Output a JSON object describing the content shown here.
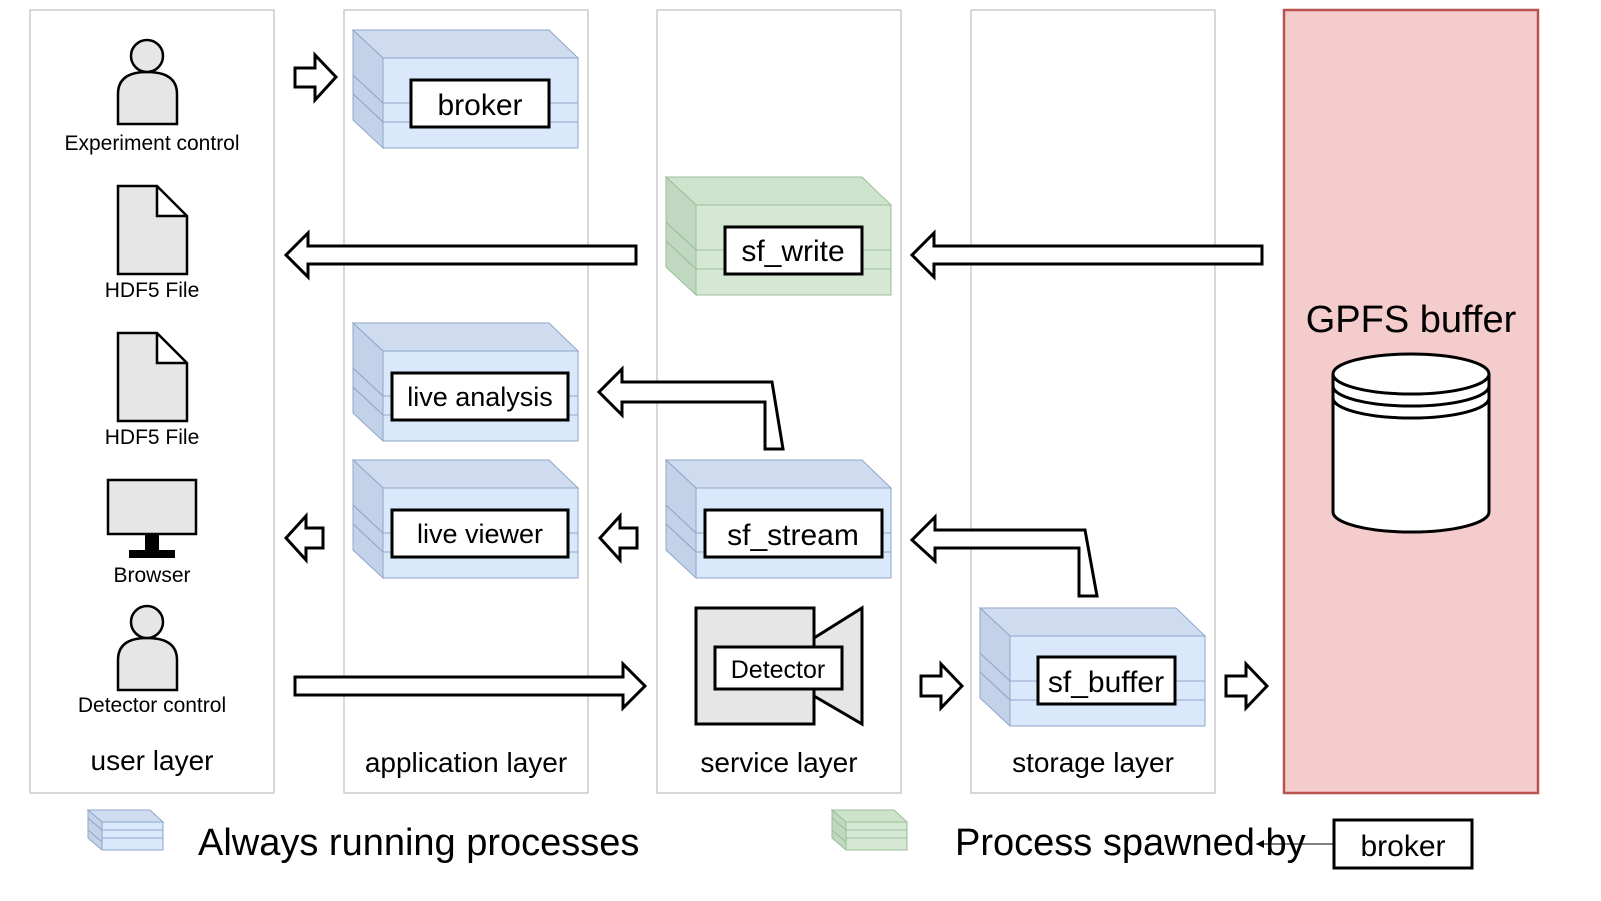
{
  "layers": {
    "user": "user layer",
    "application": "application layer",
    "service": "service layer",
    "storage": "storage layer"
  },
  "storage": {
    "title": "GPFS buffer"
  },
  "user_items": {
    "experiment_control": "Experiment control",
    "hdf5_file_1": "HDF5 File",
    "hdf5_file_2": "HDF5 File",
    "browser": "Browser",
    "detector_control": "Detector control"
  },
  "processes": {
    "broker": "broker",
    "sf_write": "sf_write",
    "live_analysis": "live analysis",
    "live_viewer": "live viewer",
    "sf_stream": "sf_stream",
    "detector": "Detector",
    "sf_buffer": "sf_buffer"
  },
  "legend": {
    "always_running": "Always running processes",
    "spawned_by": "Process spawned by",
    "spawner": "broker"
  },
  "colors": {
    "always_running_fill": "#dae8fc",
    "always_running_side": "#c3d2e8",
    "spawned_fill": "#d5e8d4",
    "spawned_side": "#c0d8bf",
    "gpfs_fill": "#f4cccc",
    "gpfs_stroke": "#b85450"
  }
}
